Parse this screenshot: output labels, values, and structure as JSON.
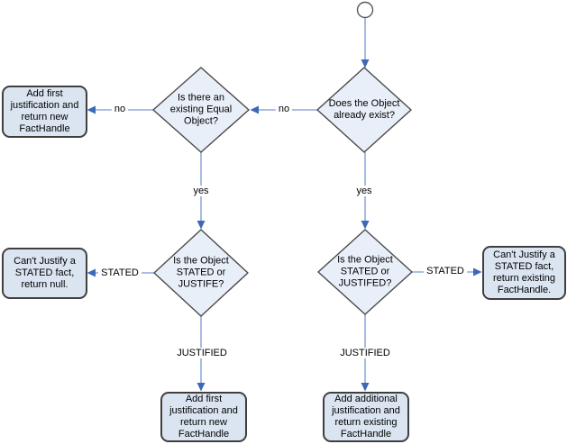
{
  "diagram_type": "flowchart",
  "colors": {
    "background": "#ffffff",
    "action_node_fill": "#dbe5f1",
    "decision_fill": "#e9eff8",
    "node_border": "#3f3f3f",
    "arrow_line": "#8faadc",
    "arrow_head": "#3c69b5",
    "text": "#000000"
  },
  "decisions": [
    {
      "id": "object-exists",
      "label": "Does the Object\nalready exist?"
    },
    {
      "id": "existing-equal-object",
      "label": "Is there an\nexisting Equal\nObject?"
    },
    {
      "id": "stated-or-justife-left",
      "label": "Is the Object\nSTATED or\nJUSTIFE?"
    },
    {
      "id": "stated-or-justifed-right",
      "label": "Is the Object\nSTATED or\nJUSTIFED?"
    }
  ],
  "actions": [
    {
      "id": "add-first-justification-top-left",
      "label": "Add first\njustification and\nreturn new\nFactHandle"
    },
    {
      "id": "cant-justify-return-null",
      "label": "Can't Justify a\nSTATED fact,\nreturn null."
    },
    {
      "id": "add-first-justification-bottom",
      "label": "Add first\njustification and\nreturn new\nFactHandle"
    },
    {
      "id": "cant-justify-return-existing",
      "label": "Can't Justify a\nSTATED fact,\nreturn existing\nFactHandle."
    },
    {
      "id": "add-additional-justification",
      "label": "Add additional\njustification and\nreturn existing\nFactHandle"
    }
  ],
  "edge_labels": [
    {
      "id": "no-exists-to-equal",
      "label": "no"
    },
    {
      "id": "no-equal-to-addfirst",
      "label": "no"
    },
    {
      "id": "yes-left",
      "label": "yes"
    },
    {
      "id": "yes-right",
      "label": "yes"
    },
    {
      "id": "stated-left",
      "label": "STATED"
    },
    {
      "id": "stated-right",
      "label": "STATED"
    },
    {
      "id": "justified-left",
      "label": "JUSTIFIED"
    },
    {
      "id": "justified-right",
      "label": "JUSTIFIED"
    }
  ],
  "edges": [
    {
      "from": "start",
      "to": "object-exists",
      "label": ""
    },
    {
      "from": "object-exists",
      "to": "existing-equal-object",
      "label": "no"
    },
    {
      "from": "object-exists",
      "to": "stated-or-justifed-right",
      "label": "yes"
    },
    {
      "from": "existing-equal-object",
      "to": "add-first-justification-top-left",
      "label": "no"
    },
    {
      "from": "existing-equal-object",
      "to": "stated-or-justife-left",
      "label": "yes"
    },
    {
      "from": "stated-or-justife-left",
      "to": "cant-justify-return-null",
      "label": "STATED"
    },
    {
      "from": "stated-or-justife-left",
      "to": "add-first-justification-bottom",
      "label": "JUSTIFIED"
    },
    {
      "from": "stated-or-justifed-right",
      "to": "cant-justify-return-existing",
      "label": "STATED"
    },
    {
      "from": "stated-or-justifed-right",
      "to": "add-additional-justification",
      "label": "JUSTIFIED"
    }
  ]
}
